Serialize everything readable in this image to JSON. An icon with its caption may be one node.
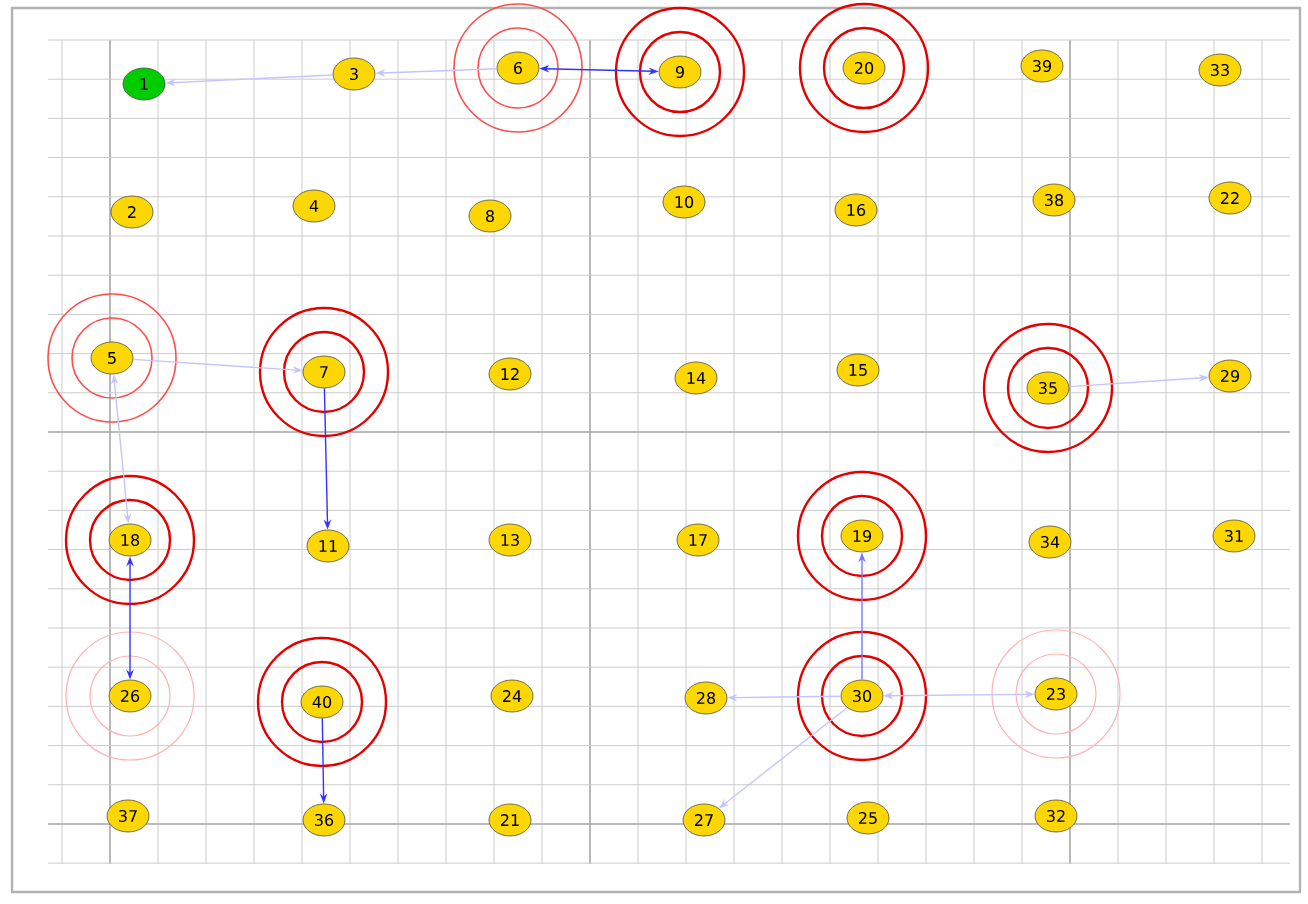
{
  "diagram": {
    "nodes": [
      {
        "text": [
          "1"
        ]
      },
      {
        "text": [
          "3"
        ]
      },
      {
        "text": [
          "6"
        ]
      },
      {
        "text": [
          "9"
        ]
      },
      {
        "text": [
          "20"
        ]
      },
      {
        "text": [
          "39"
        ]
      },
      {
        "text": [
          "33"
        ]
      },
      {
        "text": [
          "2"
        ]
      },
      {
        "text": [
          "4"
        ]
      },
      {
        "text": [
          "8"
        ]
      },
      {
        "text": [
          "10"
        ]
      },
      {
        "text": [
          "16"
        ]
      },
      {
        "text": [
          "38"
        ]
      },
      {
        "text": [
          "22"
        ]
      },
      {
        "text": [
          "5"
        ]
      },
      {
        "text": [
          "7"
        ]
      },
      {
        "text": [
          "12"
        ]
      },
      {
        "text": [
          "14"
        ]
      },
      {
        "text": [
          "15"
        ]
      },
      {
        "text": [
          "35"
        ]
      },
      {
        "text": [
          "29"
        ]
      },
      {
        "text": [
          "18"
        ]
      },
      {
        "text": [
          "11"
        ]
      },
      {
        "text": [
          "13"
        ]
      },
      {
        "text": [
          "17"
        ]
      },
      {
        "text": [
          "19"
        ]
      },
      {
        "text": [
          "34"
        ]
      },
      {
        "text": [
          "31"
        ]
      },
      {
        "text": [
          "26"
        ]
      },
      {
        "text": [
          "40"
        ]
      },
      {
        "text": [
          "24"
        ]
      },
      {
        "text": [
          "28"
        ]
      },
      {
        "text": [
          "30"
        ]
      },
      {
        "text": [
          "23"
        ]
      },
      {
        "text": [
          "37"
        ]
      },
      {
        "text": [
          "36"
        ]
      },
      {
        "text": [
          "21"
        ]
      },
      {
        "text": [
          "27"
        ]
      },
      {
        "text": [
          "25"
        ]
      },
      {
        "text": [
          "32"
        ]
      }
    ],
    "edges": [
      {
        "from": 1,
        "to": 0,
        "arrow": "to"
      },
      {
        "from": 2,
        "to": 1,
        "arrow": "to"
      },
      {
        "from": 2,
        "to": 3,
        "arrow": "both",
        "color": "#3333ff"
      },
      {
        "from": 14,
        "to": 15,
        "arrow": "to"
      },
      {
        "from": 14,
        "to": 21,
        "arrow": "both"
      },
      {
        "from": 15,
        "to": 22,
        "arrow": "to",
        "color": "#3333ff"
      },
      {
        "from": 19,
        "to": 20,
        "arrow": "to"
      },
      {
        "from": 21,
        "to": 28,
        "arrow": "both",
        "color": "#3333ff"
      },
      {
        "from": 29,
        "to": 35,
        "arrow": "to",
        "color": "#3333ff"
      },
      {
        "from": 32,
        "to": 25,
        "arrow": "to",
        "color": "#7777ff"
      },
      {
        "from": 32,
        "to": 31,
        "arrow": "to"
      },
      {
        "from": 32,
        "to": 33,
        "arrow": "both"
      },
      {
        "from": 32,
        "to": 37,
        "arrow": "to"
      }
    ]
  }
}
